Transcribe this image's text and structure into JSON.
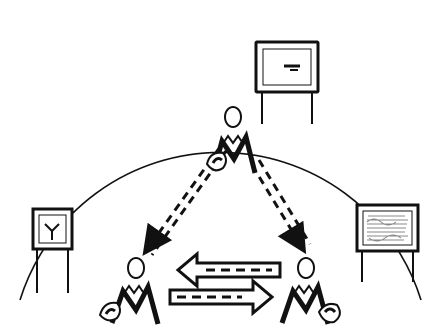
{
  "diagram": {
    "colors": {
      "line": "#111111",
      "fill": "#ffffff",
      "sketch": "#8a8a8a"
    },
    "people": [
      {
        "id": "top",
        "badge_glyph": "c"
      },
      {
        "id": "left",
        "badge_glyph": "a"
      },
      {
        "id": "right",
        "badge_glyph": "b"
      }
    ],
    "screens": [
      {
        "id": "top",
        "content": "small-mark"
      },
      {
        "id": "left",
        "content": "y-symbol"
      },
      {
        "id": "right",
        "content": "sketch-notes"
      }
    ],
    "connections": [
      {
        "from": "top",
        "to": "left",
        "style": "dashed-double"
      },
      {
        "from": "top",
        "to": "right",
        "style": "dashed-double"
      },
      {
        "from": "right",
        "to": "left",
        "style": "dashed-block-arrow"
      },
      {
        "from": "left",
        "to": "right",
        "style": "dashed-block-arrow"
      }
    ]
  }
}
